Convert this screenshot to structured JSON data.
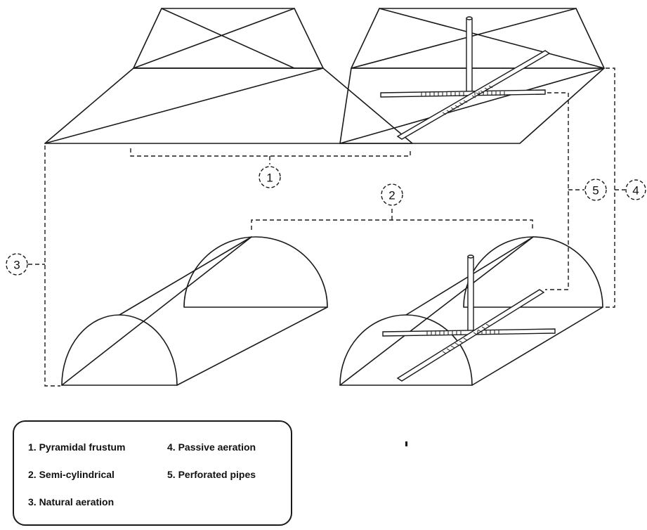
{
  "callouts": {
    "c1": "1",
    "c2": "2",
    "c3": "3",
    "c4": "4",
    "c5": "5"
  },
  "legend": {
    "item1": "1. Pyramidal frustum",
    "item2": "2. Semi-cylindrical",
    "item3": "3. Natural aeration",
    "item4": "4. Passive aeration",
    "item5": "5. Perforated pipes"
  }
}
